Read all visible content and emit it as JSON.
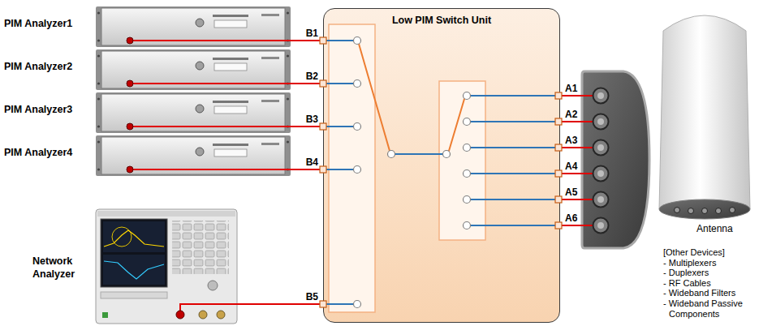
{
  "diagram": {
    "nodes": [
      {
        "text": [
          "PIM Analyzer1"
        ]
      },
      {
        "text": [
          "PIM Analyzer2"
        ]
      },
      {
        "text": [
          "PIM Analyzer3"
        ]
      },
      {
        "text": [
          "PIM Analyzer4"
        ]
      },
      {
        "text": [
          "Network Analyzer"
        ]
      },
      {
        "text": [
          "Low PIM Switch Unit"
        ]
      },
      {
        "text": [
          "Antenna"
        ]
      }
    ],
    "edges": [
      {
        "from": 0,
        "to": 5,
        "arrow": "none",
        "label": "B1"
      },
      {
        "from": 1,
        "to": 5,
        "arrow": "none",
        "label": "B2"
      },
      {
        "from": 2,
        "to": 5,
        "arrow": "none",
        "label": "B3"
      },
      {
        "from": 3,
        "to": 5,
        "arrow": "none",
        "label": "B4"
      },
      {
        "from": 4,
        "to": 5,
        "arrow": "none",
        "label": "B5"
      },
      {
        "from": 5,
        "to": 6,
        "arrow": "none",
        "label": "A1"
      },
      {
        "from": 5,
        "to": 6,
        "arrow": "none",
        "label": "A2"
      },
      {
        "from": 5,
        "to": 6,
        "arrow": "none",
        "label": "A3"
      },
      {
        "from": 5,
        "to": 6,
        "arrow": "none",
        "label": "A4"
      },
      {
        "from": 5,
        "to": 6,
        "arrow": "none",
        "label": "A5"
      },
      {
        "from": 5,
        "to": 6,
        "arrow": "none",
        "label": "A6"
      }
    ],
    "labels": [
      "[Other Devices]",
      "- Multiplexers",
      "- Duplexers",
      "- RF Cables",
      "- Wideband Filters",
      "- Wideband Passive Components"
    ]
  }
}
